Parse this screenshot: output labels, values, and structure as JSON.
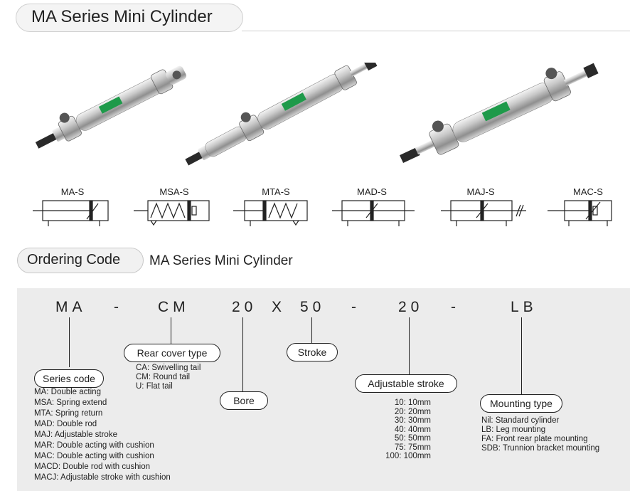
{
  "header": {
    "title": "MA Series Mini Cylinder"
  },
  "symbols": [
    {
      "label": "MA-S"
    },
    {
      "label": "MSA-S"
    },
    {
      "label": "MTA-S"
    },
    {
      "label": "MAD-S"
    },
    {
      "label": "MAJ-S"
    },
    {
      "label": "MAC-S"
    }
  ],
  "ordering": {
    "heading": "Ordering Code",
    "subtitle": "MA Series Mini Cylinder",
    "code_parts": [
      "MA",
      "-",
      "CM",
      "20",
      "X",
      "50",
      "-",
      "20",
      "-",
      "LB"
    ],
    "series_code": {
      "label": "Series code",
      "items": [
        "MA: Double acting",
        "MSA: Spring extend",
        "MTA: Spring return",
        "MAD: Double rod",
        "MAJ: Adjustable stroke",
        "MAR: Double acting with cushion",
        "MAC: Double acting with cushion",
        "MACD: Double rod with cushion",
        "MACJ: Adjustable stroke with cushion"
      ]
    },
    "rear_cover": {
      "label": "Rear cover type",
      "items": [
        "CA: Swivelling tail",
        "CM: Round tail",
        "U: Flat tail"
      ]
    },
    "bore": {
      "label": "Bore"
    },
    "stroke": {
      "label": "Stroke"
    },
    "adjustable_stroke": {
      "label": "Adjustable stroke",
      "items": [
        "10: 10mm",
        "20: 20mm",
        "30: 30mm",
        "40: 40mm",
        "50: 50mm",
        "75: 75mm",
        "100: 100mm"
      ]
    },
    "mounting": {
      "label": "Mounting type",
      "items": [
        "Nil: Standard cylinder",
        "LB: Leg mounting",
        "FA: Front rear plate mounting",
        "SDB: Trunnion bracket mounting"
      ]
    }
  },
  "colors": {
    "panel": "#ececec",
    "tab": "#f4f4f4",
    "ink": "#222222",
    "label_green": "#1e9a4a"
  }
}
